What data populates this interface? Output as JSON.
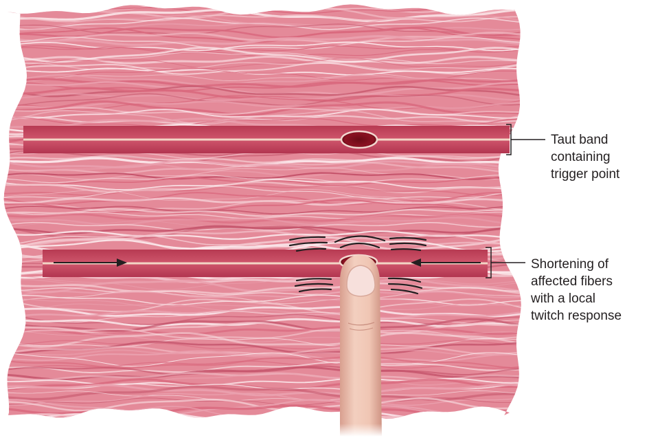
{
  "labels": {
    "taut_band": [
      "Taut band",
      "containing",
      "trigger point"
    ],
    "shortening": [
      "Shortening of",
      "affected fibers",
      "with a local",
      "twitch response"
    ]
  },
  "colors": {
    "muscle_base": "#e48a99",
    "muscle_light": "#f7d7dc",
    "muscle_dark": "#c9566c",
    "taut_band": "#c2435a",
    "band_core_line": "#f2d6c6",
    "trigger_point": "#8c1222",
    "skin": "#f0c8b5",
    "nail": "#f6dedb",
    "text": "#231f20"
  },
  "icons": {
    "left_arrow": "arrow-right-icon",
    "right_arrow": "arrow-left-icon",
    "finger": "finger-icon"
  }
}
